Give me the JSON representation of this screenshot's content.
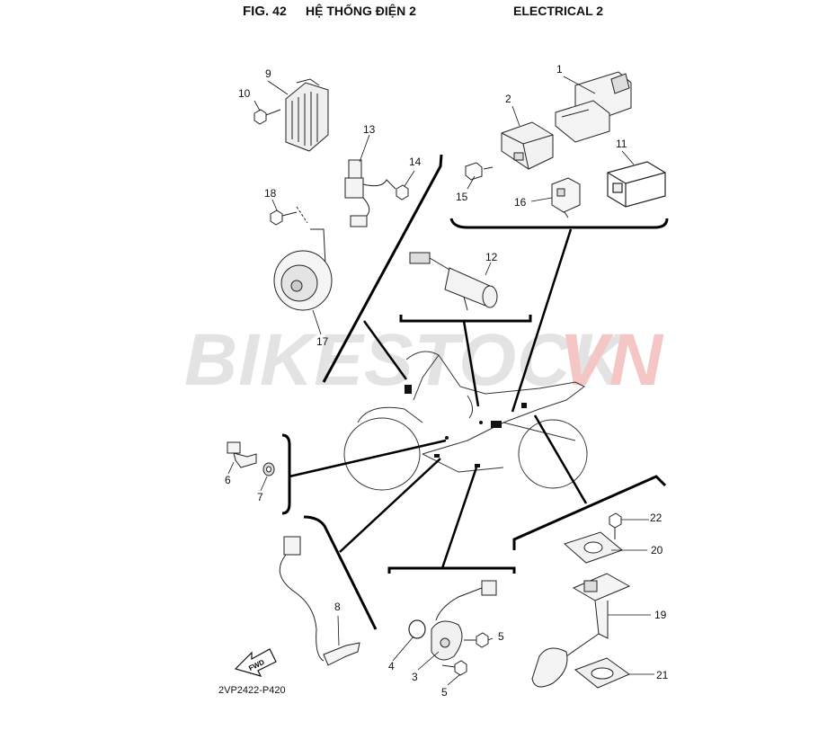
{
  "header": {
    "fig_prefix": "FIG.",
    "fig_number": "42",
    "title_vn": "HỆ THỐNG ĐIỆN 2",
    "title_en": "ELECTRICAL 2"
  },
  "watermark": {
    "part1": "BIKESTOCK",
    "part2": "VN",
    "color1": "#e3e3e3",
    "color2": "#f4c6c6"
  },
  "callouts": {
    "p1": "1",
    "p2": "2",
    "p3": "3",
    "p4": "4",
    "p5a": "5",
    "p5b": "5",
    "p6": "6",
    "p7": "7",
    "p8": "8",
    "p9": "9",
    "p10": "10",
    "p11": "11",
    "p12": "12",
    "p13": "13",
    "p14": "14",
    "p15": "15",
    "p16": "16",
    "p17": "17",
    "p18": "18",
    "p19": "19",
    "p20": "20",
    "p21": "21",
    "p22": "22"
  },
  "arrow_label": "FWD",
  "diagram_code": "2VP2422-P420"
}
